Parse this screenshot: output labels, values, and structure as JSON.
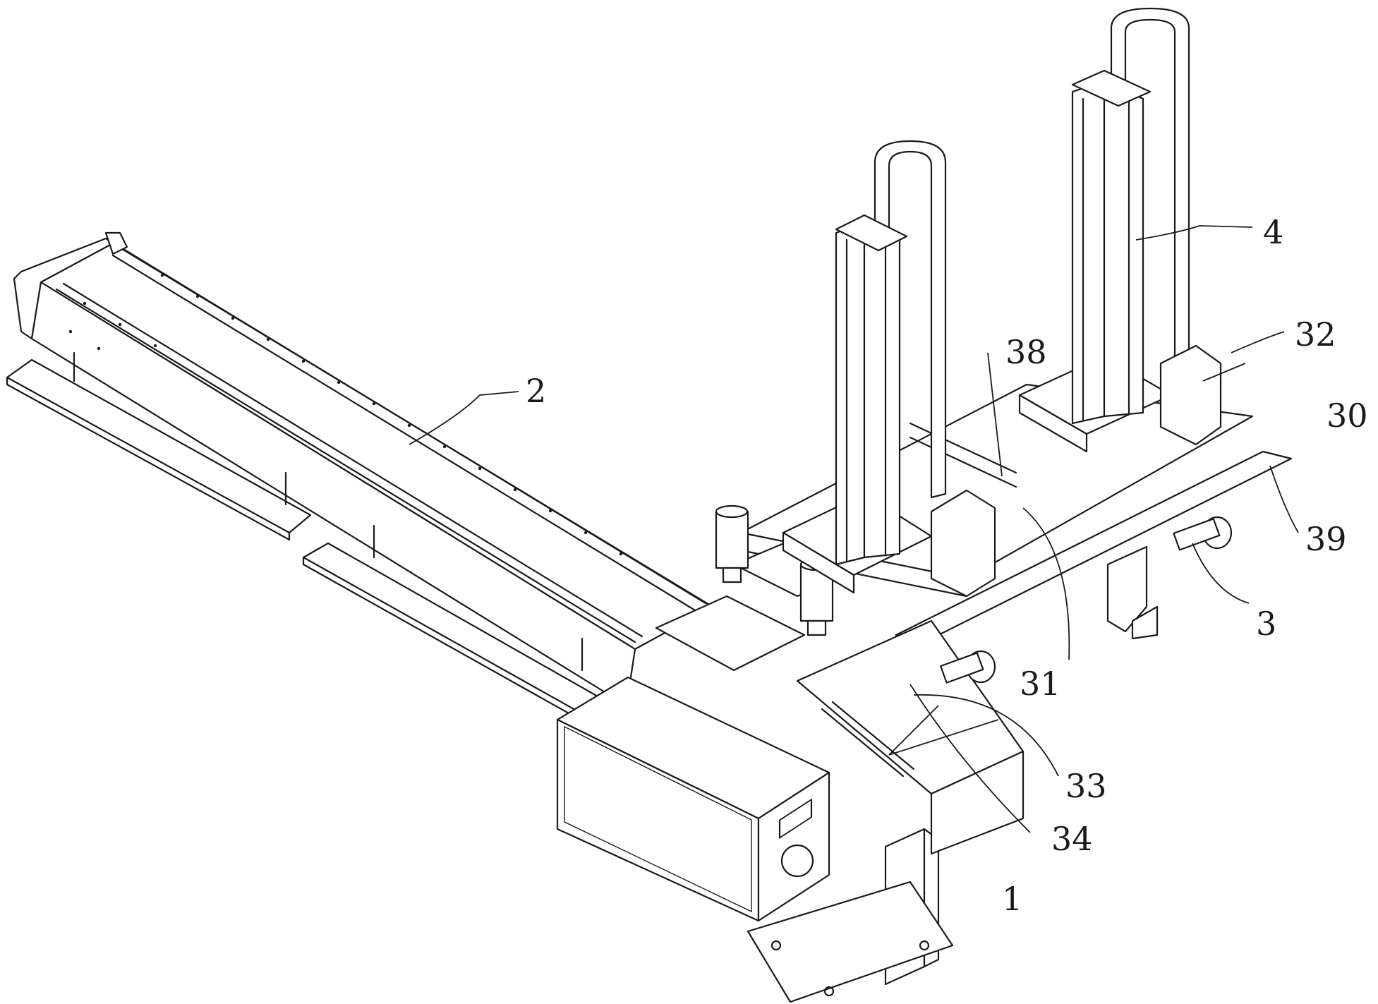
{
  "callouts": [
    {
      "id": "1",
      "label": "1"
    },
    {
      "id": "2",
      "label": "2"
    },
    {
      "id": "3",
      "label": "3"
    },
    {
      "id": "4",
      "label": "4"
    },
    {
      "id": "30",
      "label": "30"
    },
    {
      "id": "31",
      "label": "31"
    },
    {
      "id": "32",
      "label": "32"
    },
    {
      "id": "33",
      "label": "33"
    },
    {
      "id": "34",
      "label": "34"
    },
    {
      "id": "38",
      "label": "38"
    },
    {
      "id": "39",
      "label": "39"
    }
  ]
}
